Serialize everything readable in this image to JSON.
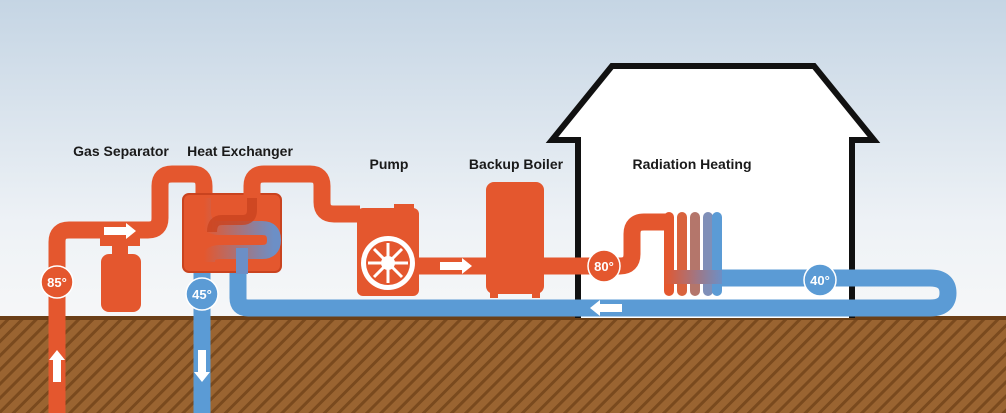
{
  "labels": {
    "gas_separator": "Gas Separator",
    "heat_exchanger": "Heat Exchanger",
    "pump": "Pump",
    "backup_boiler": "Backup Boiler",
    "radiation_heating": "Radiation Heating"
  },
  "temperatures": {
    "well_supply": "85°",
    "well_return": "45°",
    "house_supply": "80°",
    "house_return": "40°"
  },
  "colors": {
    "hot": "#e4572e",
    "cold": "#5b9bd5",
    "sky_top": "#c7d6e5",
    "sky_bottom": "#f4f6f8",
    "ground": "#8a5a2b",
    "house_outline": "#111111"
  },
  "icons": [
    "flow-arrow-icon",
    "fan-icon",
    "house-icon"
  ]
}
